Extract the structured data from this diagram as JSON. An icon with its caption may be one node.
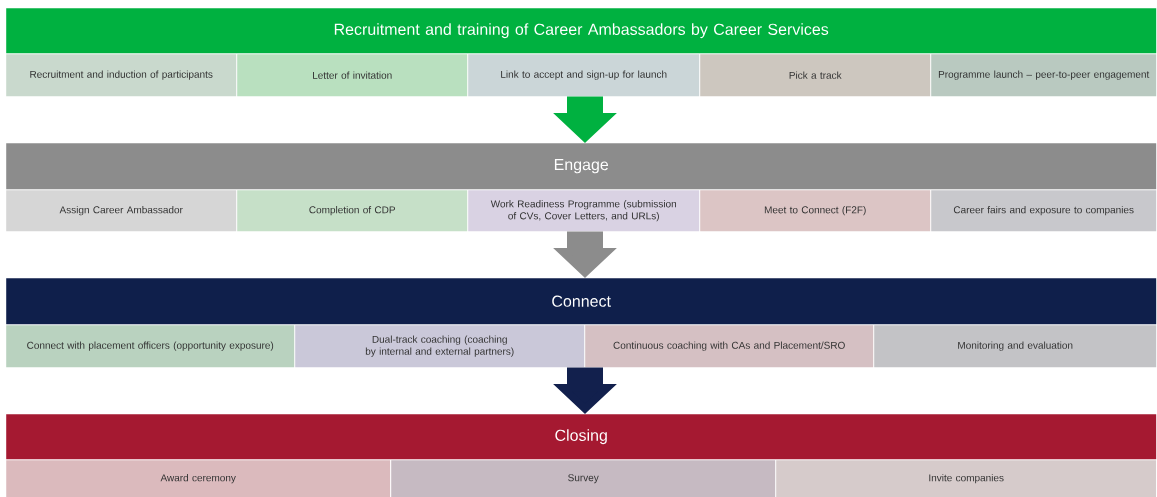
{
  "diagram": {
    "nodes": [
      {
        "text": [
          "Recruitment and training of Career Ambassadors by Career Services"
        ]
      },
      {
        "text": [
          "Recruitment and induction of participants"
        ]
      },
      {
        "text": [
          "Letter of invitation"
        ]
      },
      {
        "text": [
          "Link to accept and sign-up for launch"
        ]
      },
      {
        "text": [
          "Pick a track"
        ]
      },
      {
        "text": [
          "Programme launch – peer-to-peer engagement"
        ]
      },
      {
        "text": [
          "Engage"
        ]
      },
      {
        "text": [
          "Assign Career Ambassador"
        ]
      },
      {
        "text": [
          "Completion of CDP"
        ]
      },
      {
        "text": [
          "Work Readiness Programme (submission of CVs, Cover Letters, and URLs)"
        ]
      },
      {
        "text": [
          "Meet to Connect (F2F)"
        ]
      },
      {
        "text": [
          "Career fairs and exposure to companies"
        ]
      },
      {
        "text": [
          "Connect"
        ]
      },
      {
        "text": [
          "Connect with placement officers (opportunity exposure)"
        ]
      },
      {
        "text": [
          "Dual-track coaching (coaching by internal and external partners)"
        ]
      },
      {
        "text": [
          "Continuous coaching with CAs and Placement/SRO"
        ]
      },
      {
        "text": [
          "Monitoring and evaluation"
        ]
      },
      {
        "text": [
          "Closing"
        ]
      },
      {
        "text": [
          "Award ceremony"
        ]
      },
      {
        "text": [
          "Survey"
        ]
      },
      {
        "text": [
          "Invite companies"
        ]
      }
    ],
    "edges": [
      {
        "from": 3,
        "to": 6,
        "arrow": "to",
        "color": "#00b140"
      },
      {
        "from": 9,
        "to": 12,
        "arrow": "to",
        "color": "#8c8c8c"
      },
      {
        "from": 15,
        "to": 17,
        "arrow": "to",
        "color": "#12204d"
      }
    ]
  }
}
